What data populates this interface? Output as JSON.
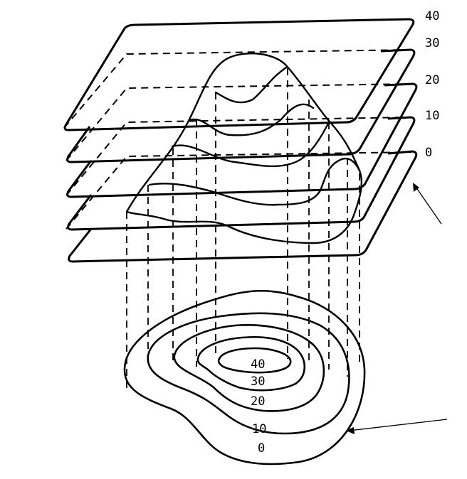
{
  "plane_labels": [
    "40",
    "30",
    "20",
    "10",
    "0"
  ],
  "contour_labels": [
    "40",
    "30",
    "20",
    "10",
    "0"
  ]
}
